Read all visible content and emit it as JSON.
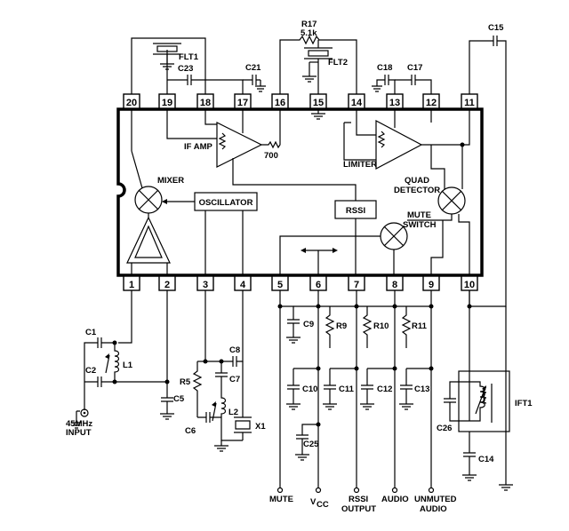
{
  "ic": {
    "pins_top": [
      "20",
      "19",
      "18",
      "17",
      "16",
      "15",
      "14",
      "13",
      "12",
      "11"
    ],
    "pins_bottom": [
      "1",
      "2",
      "3",
      "4",
      "5",
      "6",
      "7",
      "8",
      "9",
      "10"
    ],
    "blocks": {
      "mixer": "MIXER",
      "oscillator": "OSCILLATOR",
      "if_amp": "IF AMP",
      "if_amp_out": "700",
      "limiter": "LIMITER",
      "rssi": "RSSI",
      "quad_detector_line1": "QUAD",
      "quad_detector_line2": "DETECTOR",
      "mute_switch_line1": "MUTE",
      "mute_switch_line2": "SWITCH"
    }
  },
  "components": {
    "flt1": "FLT1",
    "flt2": "FLT2",
    "r17_name": "R17",
    "r17_value": "5.1k",
    "c23": "C23",
    "c21": "C21",
    "c18": "C18",
    "c17": "C17",
    "c15": "C15",
    "c1": "C1",
    "c2": "C2",
    "l1": "L1",
    "c5": "C5",
    "r5": "R5",
    "c8": "C8",
    "c7": "C7",
    "l2": "L2",
    "c6": "C6",
    "x1": "X1",
    "c9": "C9",
    "r9": "R9",
    "r10": "R10",
    "r11": "R11",
    "c10": "C10",
    "c11": "C11",
    "c12": "C12",
    "c13": "C13",
    "c25": "C25",
    "ift1": "IFT1",
    "c26": "C26",
    "c14": "C14"
  },
  "terminals": {
    "input_line1": "45MHz",
    "input_line2": "INPUT",
    "mute": "MUTE",
    "vcc": "V",
    "vcc_sub": "CC",
    "rssi_line1": "RSSI",
    "rssi_line2": "OUTPUT",
    "audio": "AUDIO",
    "unmuted_line1": "UNMUTED",
    "unmuted_line2": "AUDIO"
  }
}
